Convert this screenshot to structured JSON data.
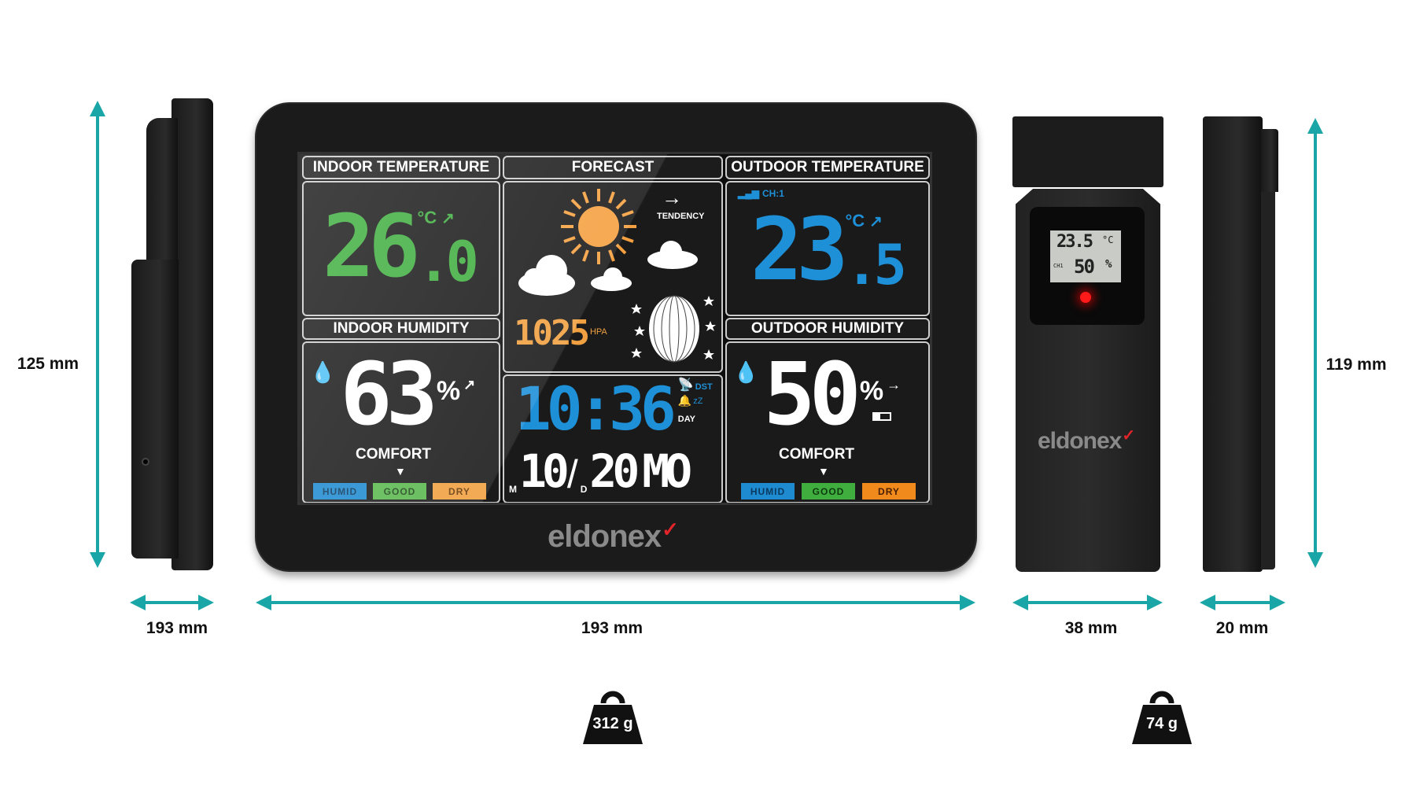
{
  "dimensions": {
    "base_height": "125 mm",
    "base_depth": "193 mm",
    "base_width": "193 mm",
    "sensor_width": "38 mm",
    "sensor_depth": "20 mm",
    "sensor_height": "119 mm"
  },
  "weights": {
    "base": "312 g",
    "sensor": "74 g"
  },
  "brand": "eldonex",
  "display": {
    "indoor_temperature": {
      "label": "INDOOR TEMPERATURE",
      "value": "26",
      "decimal": ".0",
      "unit": "°C"
    },
    "forecast": {
      "label": "FORECAST",
      "tendency": "TENDENCY",
      "pressure": "1025",
      "pressure_unit": "HPA"
    },
    "outdoor_temperature": {
      "label": "OUTDOOR TEMPERATURE",
      "channel": "CH:1",
      "value": "23",
      "decimal": ".5",
      "unit": "°C"
    },
    "indoor_humidity": {
      "label": "INDOOR HUMIDITY",
      "value": "63",
      "unit": "%",
      "comfort": "COMFORT",
      "levels": [
        "HUMID",
        "GOOD",
        "DRY"
      ]
    },
    "outdoor_humidity": {
      "label": "OUTDOOR HUMIDITY",
      "value": "50",
      "unit": "%",
      "comfort": "COMFORT",
      "levels": [
        "HUMID",
        "GOOD",
        "DRY"
      ]
    },
    "clock": {
      "time": "10:36",
      "dst": "DST",
      "day_label": "DAY",
      "month_label": "M",
      "month": "10",
      "day_label_short": "D",
      "day": "20",
      "weekday": "MO",
      "snooze": "zZ"
    }
  },
  "sensor_display": {
    "temperature": "23.5",
    "temp_unit": "°C",
    "channel": "CH1",
    "humidity": "50",
    "hum_unit": "%"
  },
  "colors": {
    "accent": "#1aa6a6",
    "indoor": "#3fae3f",
    "outdoor": "#1e90d8",
    "pressure": "#f0a040",
    "humid": "#1e8ad0",
    "good": "#3fae3f",
    "dry": "#f08a1c"
  }
}
